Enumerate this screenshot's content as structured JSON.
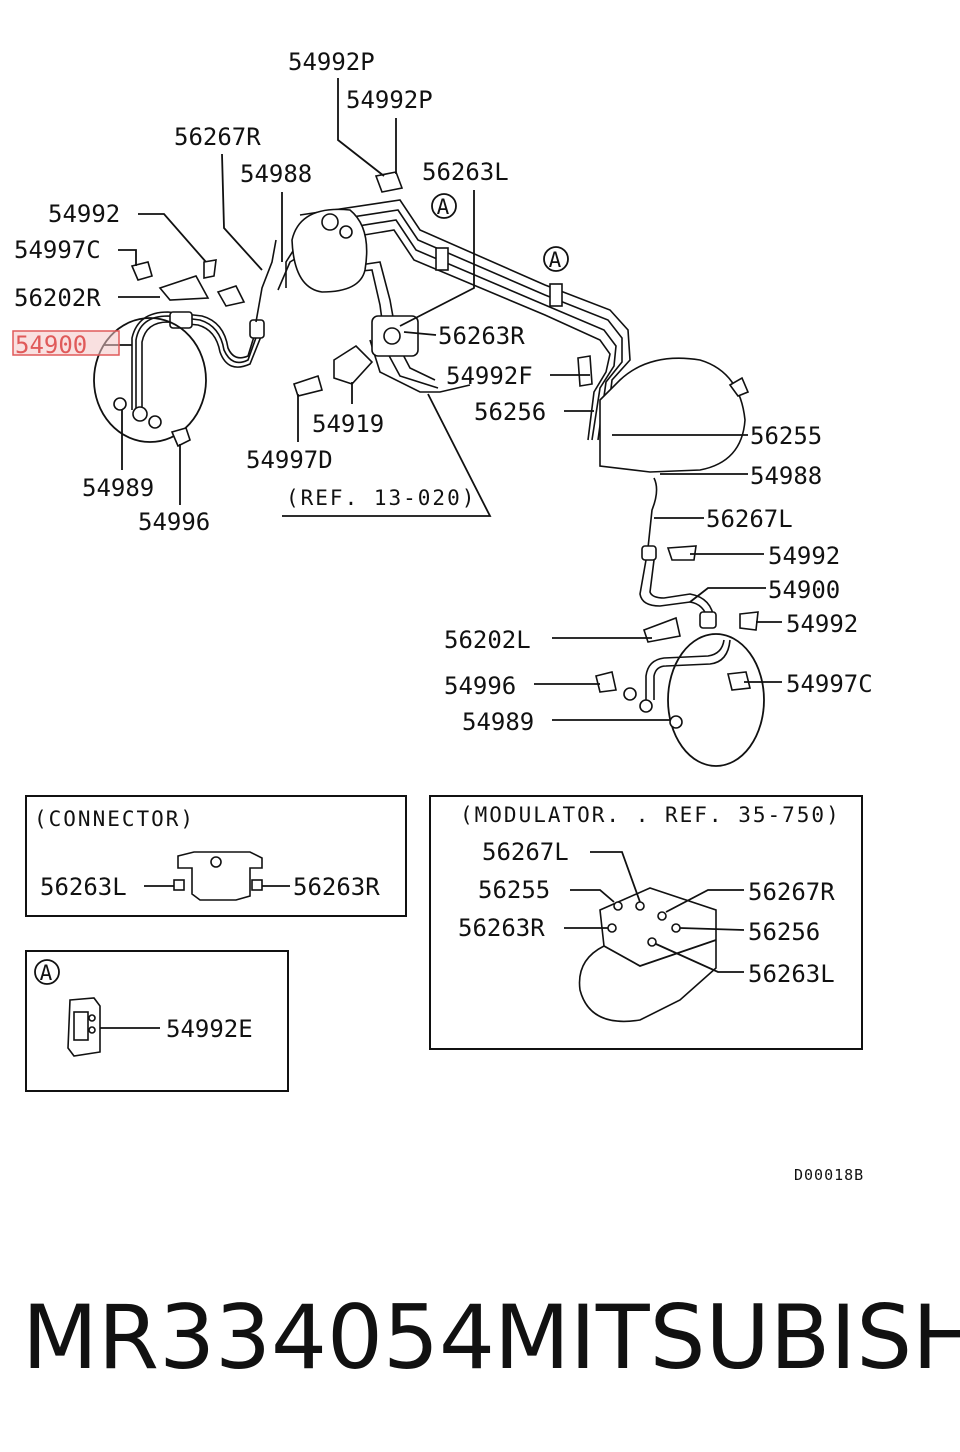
{
  "diagram": {
    "labels": [
      {
        "id": "l1",
        "text": "54992P"
      },
      {
        "id": "l2",
        "text": "54992P"
      },
      {
        "id": "l3",
        "text": "56267R"
      },
      {
        "id": "l4",
        "text": "54988"
      },
      {
        "id": "l5",
        "text": "56263L"
      },
      {
        "id": "l6",
        "text": "54992"
      },
      {
        "id": "l7",
        "text": "54997C"
      },
      {
        "id": "l8",
        "text": "56202R"
      },
      {
        "id": "l9",
        "text": "54900"
      },
      {
        "id": "l10",
        "text": "56263R"
      },
      {
        "id": "l11",
        "text": "54992F"
      },
      {
        "id": "l12",
        "text": "56256"
      },
      {
        "id": "l13",
        "text": "54919"
      },
      {
        "id": "l14",
        "text": "54997D"
      },
      {
        "id": "l15",
        "text": "54989"
      },
      {
        "id": "l16",
        "text": "54996"
      },
      {
        "id": "l17",
        "text": "56255"
      },
      {
        "id": "l18",
        "text": "54988"
      },
      {
        "id": "l19",
        "text": "56267L"
      },
      {
        "id": "l20",
        "text": "54992"
      },
      {
        "id": "l21",
        "text": "54900"
      },
      {
        "id": "l22",
        "text": "54992"
      },
      {
        "id": "l23",
        "text": "56202L"
      },
      {
        "id": "l24",
        "text": "54996"
      },
      {
        "id": "l25",
        "text": "54997C"
      },
      {
        "id": "l26",
        "text": "54989"
      }
    ],
    "ref_note": "(REF. 13-020)",
    "callout_a": "A",
    "connector_box": {
      "title": "(CONNECTOR)",
      "left": "56263L",
      "right": "56263R"
    },
    "a_box": {
      "marker": "A",
      "part": "54992E"
    },
    "modulator_box": {
      "title": "(MODULATOR. . REF. 35-750)",
      "labels": [
        "56267L",
        "56255",
        "56263R",
        "56267R",
        "56256",
        "56263L"
      ]
    },
    "drawing_code": "D00018B",
    "highlight_color": "#e05a5a"
  },
  "footer": {
    "part_number": "MR334054",
    "brand": "MITSUBISHI"
  }
}
